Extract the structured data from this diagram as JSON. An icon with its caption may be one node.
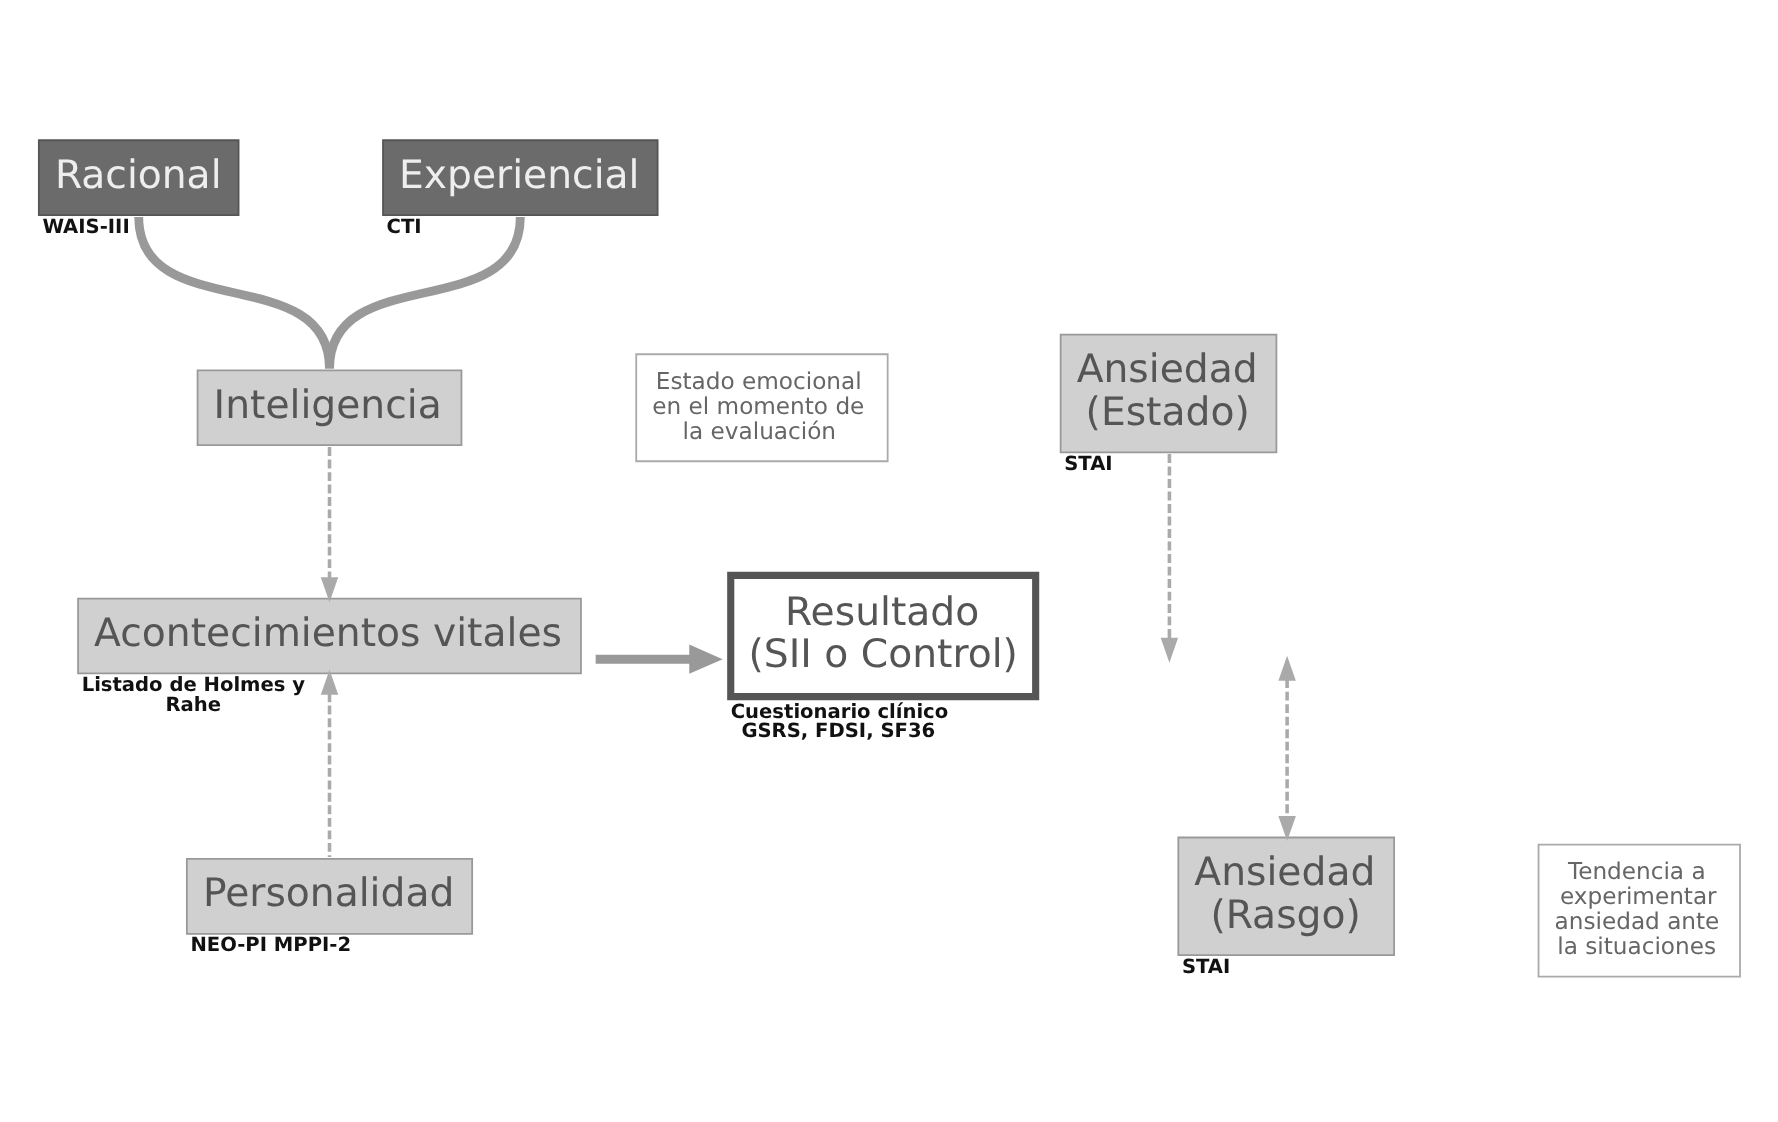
{
  "diagram": {
    "nodes": [
      {
        "text": [
          "Racional"
        ],
        "beside": [
          "WAIS-III"
        ]
      },
      {
        "text": [
          "Experiencial"
        ],
        "beside": [
          "CTI"
        ]
      },
      {
        "text": [
          "Inteligencia"
        ]
      },
      {
        "text": [
          "Estado emocional en el momento de la evaluación"
        ]
      },
      {
        "text": [
          "Ansiedad (Estado)"
        ],
        "beside": [
          "STAI"
        ]
      },
      {
        "text": [
          "Acontecimientos vitales"
        ],
        "beside": [
          "Listado de Holmes y Rahe"
        ]
      },
      {
        "text": [
          "Resultado",
          "(SII o Control)"
        ],
        "beside": [
          "Cuestionario clínico GSRS, FDSI, SF36"
        ]
      },
      {
        "text": [
          "Personalidad"
        ],
        "beside": [
          "NEO-PI MPPI-2"
        ]
      },
      {
        "text": [
          "Ansiedad (Rasgo)"
        ],
        "beside": [
          "STAI"
        ]
      },
      {
        "text": [
          "Tendencia a experimentar ansiedad ante la situaciones"
        ]
      }
    ],
    "edges": [
      {
        "from": 0,
        "to": 2,
        "arrow": "none",
        "style": "thick"
      },
      {
        "from": 1,
        "to": 2,
        "arrow": "none",
        "style": "thick"
      },
      {
        "from": 2,
        "to": 5,
        "arrow": "to",
        "style": "dashed"
      },
      {
        "from": 4,
        "to": null,
        "arrow": "to",
        "style": "dashed"
      },
      {
        "from": 5,
        "to": 6,
        "arrow": "to",
        "style": "thick"
      },
      {
        "from": 7,
        "to": 5,
        "arrow": "to",
        "style": "dashed"
      },
      {
        "from": 8,
        "to": null,
        "arrow": "both",
        "style": "dashed"
      }
    ]
  }
}
